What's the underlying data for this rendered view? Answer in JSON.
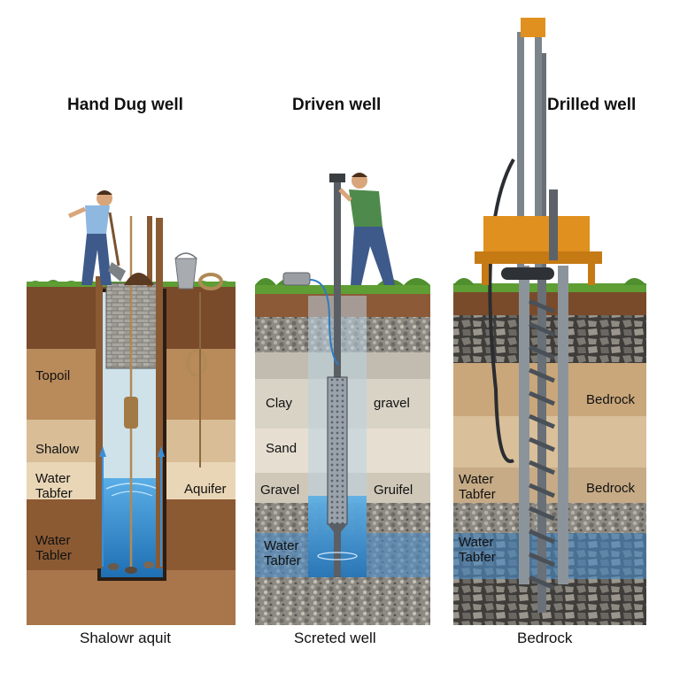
{
  "panels": [
    {
      "title": "Hand Dug well",
      "caption": "Shalowr aquit",
      "labels": {
        "topsoil": "Topoil",
        "shallow": "Shalow",
        "water_table_1": "Water\nTabfer",
        "aquifer": "Aquifer",
        "water_table_2": "Water\nTabler"
      }
    },
    {
      "title": "Driven well",
      "caption": "Screted well",
      "labels": {
        "clay": "Clay",
        "gravel_right": "gravel",
        "sand": "Sand",
        "gravel_left": "Gravel",
        "gruifel": "Gruifel",
        "water_table": "Water\nTabfer"
      }
    },
    {
      "title": "Drilled well",
      "caption": "Bedrock",
      "labels": {
        "bedrock_1": "Bedrock",
        "water_table_1": "Water\nTabfer",
        "bedrock_2": "Bedrock",
        "water_table_2": "Water\nTabfer"
      }
    }
  ]
}
